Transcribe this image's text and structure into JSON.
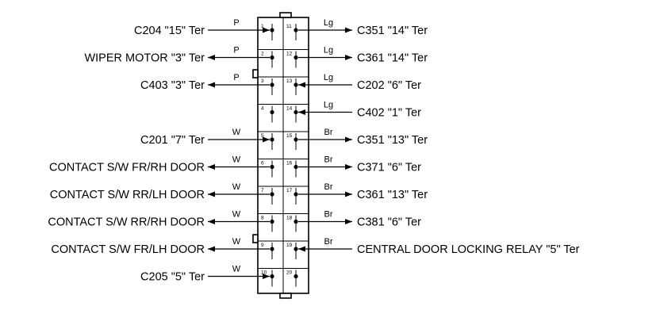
{
  "left": [
    {
      "pin": "1",
      "text": "C204 \"15\" Ter",
      "wire": "P",
      "dir": "in"
    },
    {
      "pin": "2",
      "text": "WIPER MOTOR \"3\"  Ter",
      "wire": "P",
      "dir": "out"
    },
    {
      "pin": "3",
      "text": "C403 \"3\" Ter",
      "wire": "P",
      "dir": "out"
    },
    {
      "pin": "4",
      "text": "",
      "wire": "",
      "dir": ""
    },
    {
      "pin": "5",
      "text": "C201 \"7\" Ter",
      "wire": "W",
      "dir": "in"
    },
    {
      "pin": "6",
      "text": "CONTACT S/W FR/RH DOOR",
      "wire": "W",
      "dir": "out"
    },
    {
      "pin": "7",
      "text": "CONTACT S/W RR/LH DOOR",
      "wire": "W",
      "dir": "out"
    },
    {
      "pin": "8",
      "text": "CONTACT S/W RR/RH DOOR",
      "wire": "W",
      "dir": "out"
    },
    {
      "pin": "9",
      "text": "CONTACT S/W FR/LH DOOR",
      "wire": "W",
      "dir": "out"
    },
    {
      "pin": "10",
      "text": "C205 \"5\" Ter",
      "wire": "W",
      "dir": "in"
    }
  ],
  "right": [
    {
      "pin": "11",
      "text": "C351 \"14\" Ter",
      "wire": "Lg",
      "dir": "out"
    },
    {
      "pin": "12",
      "text": "C361 \"14\" Ter",
      "wire": "Lg",
      "dir": "out"
    },
    {
      "pin": "13",
      "text": "C202 \"6\" Ter",
      "wire": "Lg",
      "dir": "in"
    },
    {
      "pin": "14",
      "text": "C402 \"1\" Ter",
      "wire": "Lg",
      "dir": "in"
    },
    {
      "pin": "15",
      "text": "C351 \"13\" Ter",
      "wire": "Br",
      "dir": "out"
    },
    {
      "pin": "16",
      "text": "C371 \"6\" Ter",
      "wire": "Br",
      "dir": "out"
    },
    {
      "pin": "17",
      "text": "C361 \"13\" Ter",
      "wire": "Br",
      "dir": "out"
    },
    {
      "pin": "18",
      "text": "C381 \"6\" Ter",
      "wire": "Br",
      "dir": "out"
    },
    {
      "pin": "19",
      "text": "CENTRAL DOOR LOCKING RELAY \"5\" Ter",
      "wire": "Br",
      "dir": "in"
    },
    {
      "pin": "20",
      "text": "",
      "wire": "",
      "dir": ""
    }
  ]
}
